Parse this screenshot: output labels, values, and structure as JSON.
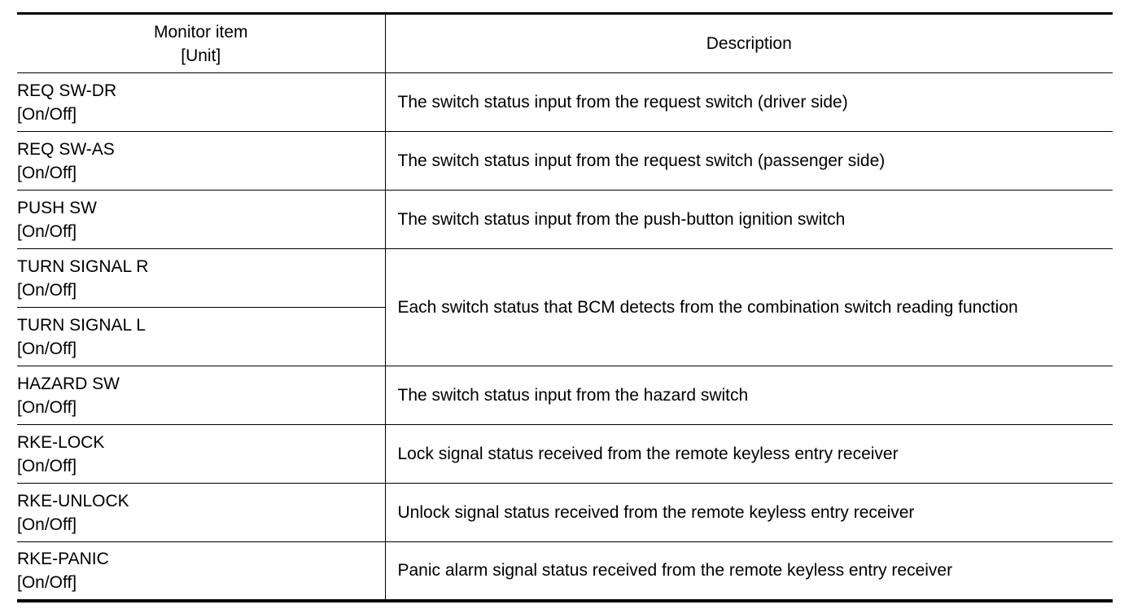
{
  "table": {
    "header": {
      "monitor_item": "Monitor item",
      "unit": "[Unit]",
      "description": "Description"
    },
    "rows": [
      {
        "item": "REQ SW-DR",
        "unit": "[On/Off]",
        "description": "The switch status input from the request switch (driver side)"
      },
      {
        "item": "REQ SW-AS",
        "unit": "[On/Off]",
        "description": "The switch status input from the request switch (passenger side)"
      },
      {
        "item": "PUSH SW",
        "unit": "[On/Off]",
        "description": "The switch status input from the push-button ignition switch"
      },
      {
        "item": "TURN SIGNAL R",
        "unit": "[On/Off]",
        "description": "Each switch status that BCM detects from the combination switch reading function"
      },
      {
        "item": "TURN SIGNAL L",
        "unit": "[On/Off]"
      },
      {
        "item": "HAZARD SW",
        "unit": "[On/Off]",
        "description": "The switch status input from the hazard switch"
      },
      {
        "item": "RKE-LOCK",
        "unit": "[On/Off]",
        "description": "Lock signal status received from the remote keyless entry receiver"
      },
      {
        "item": "RKE-UNLOCK",
        "unit": "[On/Off]",
        "description": "Unlock signal status received from the remote keyless entry receiver"
      },
      {
        "item": "RKE-PANIC",
        "unit": "[On/Off]",
        "description": "Panic alarm signal status received from the remote keyless entry receiver"
      }
    ]
  }
}
